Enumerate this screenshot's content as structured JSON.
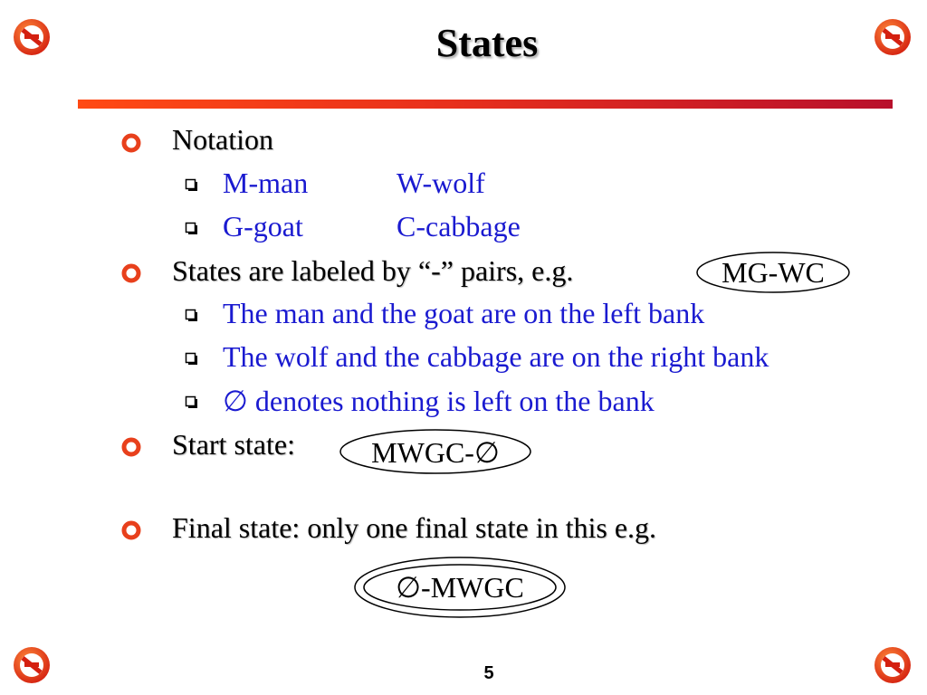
{
  "slide": {
    "title": "States",
    "page_number": "5",
    "accent_colors": {
      "rule_start": "#ff4a14",
      "rule_end": "#b8102c",
      "bullet": "#e8401c",
      "sub_text": "#1a1ad0"
    },
    "notation": {
      "heading": "Notation",
      "row1_a": "M-man",
      "row1_b": "W-wolf",
      "row2_a": "G-goat",
      "row2_b": "C-cabbage"
    },
    "labels": {
      "heading": "States are labeled by “-” pairs, e.g.",
      "example": "MG-WC",
      "sub1": "The man and the goat are on the left bank",
      "sub2": "The wolf and the cabbage are on the right bank",
      "sub3_symbol": "∅",
      "sub3": "denotes nothing is left on the bank"
    },
    "start": {
      "heading": "Start state:",
      "state": "MWGC-∅"
    },
    "final": {
      "heading": "Final state: only one final state in this e.g.",
      "state": "∅-MWGC"
    },
    "icons": [
      "no-symbol-icon",
      "circle-bullet-icon",
      "square-bullet-icon"
    ]
  }
}
